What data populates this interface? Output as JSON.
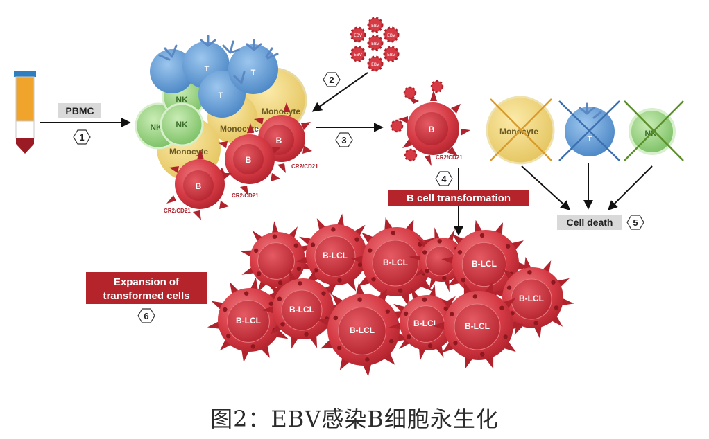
{
  "labels": {
    "pbmc": "PBMC",
    "b_cell_transformation": "B cell transformation",
    "cell_death": "Cell death",
    "expansion_line1": "Expansion of",
    "expansion_line2": "transformed cells",
    "monocyte": "Monocyte",
    "nk": "NK",
    "t": "T",
    "b": "B",
    "b_lcl": "B-LCL",
    "receptor": "CR2/CD21",
    "ebv": "EBV"
  },
  "steps": [
    "1",
    "2",
    "3",
    "4",
    "5",
    "6"
  ],
  "caption": "图2：EBV感染B细胞永生化",
  "colors": {
    "b_cell": "#d63b45",
    "b_cell_dark": "#b0222c",
    "t_cell": "#5b9bd5",
    "nk_cell": "#8fcf7a",
    "monocyte": "#ecd27a",
    "label_bg_dark": "#b5232b",
    "label_bg_light": "#d9d9d9",
    "cross_orange": "#d99a2b",
    "cross_blue": "#3b6fb0",
    "cross_green": "#5a8f2a"
  },
  "icons": {
    "tube": "blood-sample-tube-icon",
    "virus": "ebv-virus-particle-icon",
    "cross": "cross-out-icon"
  }
}
